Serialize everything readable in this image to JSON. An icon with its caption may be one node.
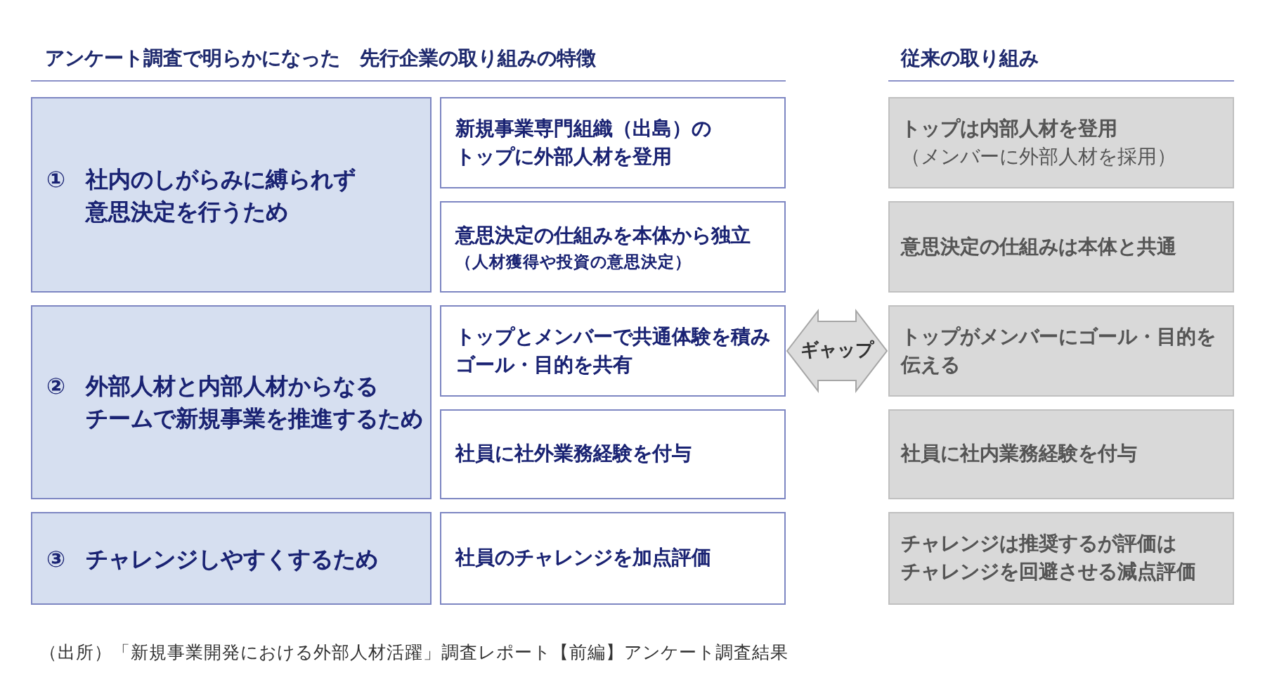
{
  "diagram": {
    "nodes": [
      {
        "text": [
          "①",
          "社内のしがらみに縛られず意思決定を行うため"
        ]
      },
      {
        "text": [
          "新規事業専門組織（出島）のトップに外部人材を登用"
        ]
      },
      {
        "text": [
          "意思決定の仕組みを本体から独立",
          "（人材獲得や投資の意思決定）"
        ]
      },
      {
        "text": [
          "②",
          "外部人材と内部人材からなるチームで新規事業を推進するため"
        ]
      },
      {
        "text": [
          "トップとメンバーで共通体験を積みゴール・目的を共有"
        ]
      },
      {
        "text": [
          "社員に社外業務経験を付与"
        ]
      },
      {
        "text": [
          "③",
          "チャレンジしやすくするため"
        ]
      },
      {
        "text": [
          "社員のチャレンジを加点評価"
        ]
      },
      {
        "text": [
          "トップは内部人材を登用",
          "（メンバーに外部人材を採用）"
        ]
      },
      {
        "text": [
          "意思決定の仕組みは本体と共通"
        ]
      },
      {
        "text": [
          "トップがメンバーにゴール・目的を伝える"
        ]
      },
      {
        "text": [
          "社員に社内業務経験を付与"
        ]
      },
      {
        "text": [
          "チャレンジは推奨するが評価はチャレンジを回避させる減点評価"
        ]
      }
    ],
    "edges": [
      {
        "from": 4,
        "to": 10,
        "arrow": "both",
        "label": "ギャップ"
      }
    ],
    "labels": [
      "アンケート調査で明らかになった　先行企業の取り組みの特徴",
      "従来の取り組み"
    ],
    "caption": "（出所）「新規事業開発における外部人材活躍」調査レポート【前編】アンケート調査結果"
  }
}
